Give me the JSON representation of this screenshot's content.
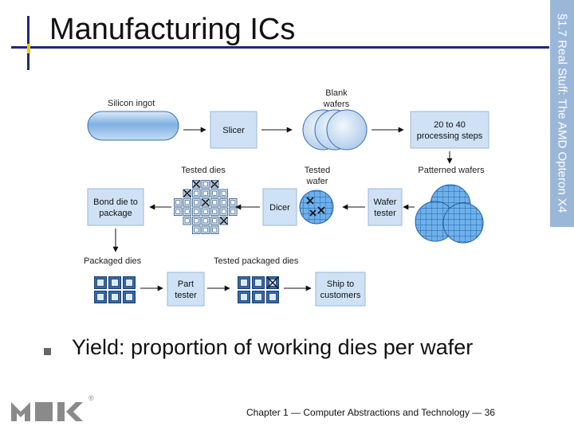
{
  "slide": {
    "title": "Manufacturing ICs",
    "side_tab": "§1.7 Real Stuff: The AMD Opteron X4",
    "bullet": "Yield: proportion of working dies per wafer",
    "footer": "Chapter 1 — Computer Abstractions and Technology — 36",
    "logo_mark": "®"
  },
  "diagram": {
    "silicon_ingot": "Silicon ingot",
    "slicer": "Slicer",
    "blank_wafers_1": "Blank",
    "blank_wafers_2": "wafers",
    "processing_1": "20 to 40",
    "processing_2": "processing steps",
    "tested_dies": "Tested dies",
    "tested_wafer_1": "Tested",
    "tested_wafer_2": "wafer",
    "patterned_wafers": "Patterned wafers",
    "bond_1": "Bond die to",
    "bond_2": "package",
    "dicer": "Dicer",
    "wafer_tester_1": "Wafer",
    "wafer_tester_2": "tester",
    "packaged_dies": "Packaged dies",
    "tested_packaged_dies": "Tested packaged dies",
    "part_tester_1": "Part",
    "part_tester_2": "tester",
    "ship_1": "Ship to",
    "ship_2": "customers"
  },
  "colors": {
    "accent_navy": "#1c2a78",
    "accent_yellow": "#f6c800",
    "side_tab": "#9bb7d8",
    "box_fill": "#cfe2f5",
    "wafer_grid": "#3b8fd6"
  }
}
